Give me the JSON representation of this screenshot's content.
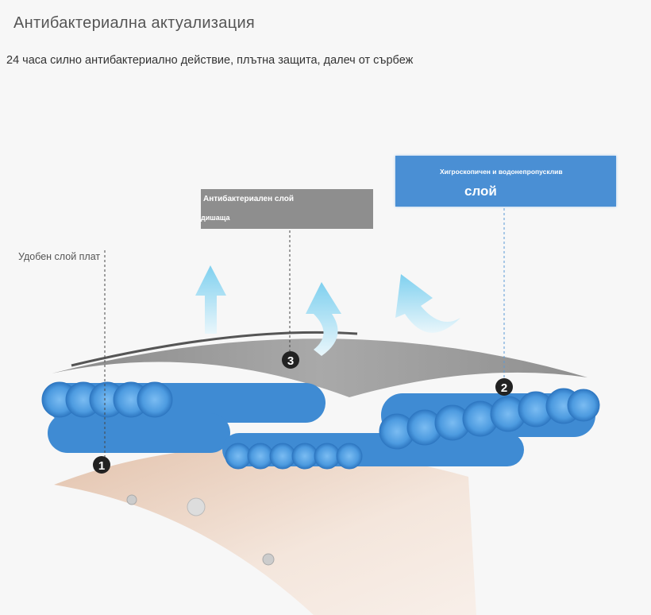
{
  "header": {
    "title": "Антибактериална актуализация",
    "subtitle": "24 часа силно антибактериално действие, плътна защита, далеч от сърбеж"
  },
  "diagram": {
    "labels": {
      "comfort_layer": "Удобен слой плат",
      "antibacterial_layer_line1": "Антибактериален слой",
      "antibacterial_layer_line2": "дишаща",
      "hygroscopic_line1": "Хигроскопичен и водонепропусклив",
      "hygroscopic_line2": "слой"
    },
    "markers": [
      "1",
      "2",
      "3"
    ],
    "colors": {
      "blue": "#4a8fd4",
      "gray_layer": "#8e8e8e",
      "skin": "#e8cfbd",
      "tube": "#4d9be0"
    }
  }
}
